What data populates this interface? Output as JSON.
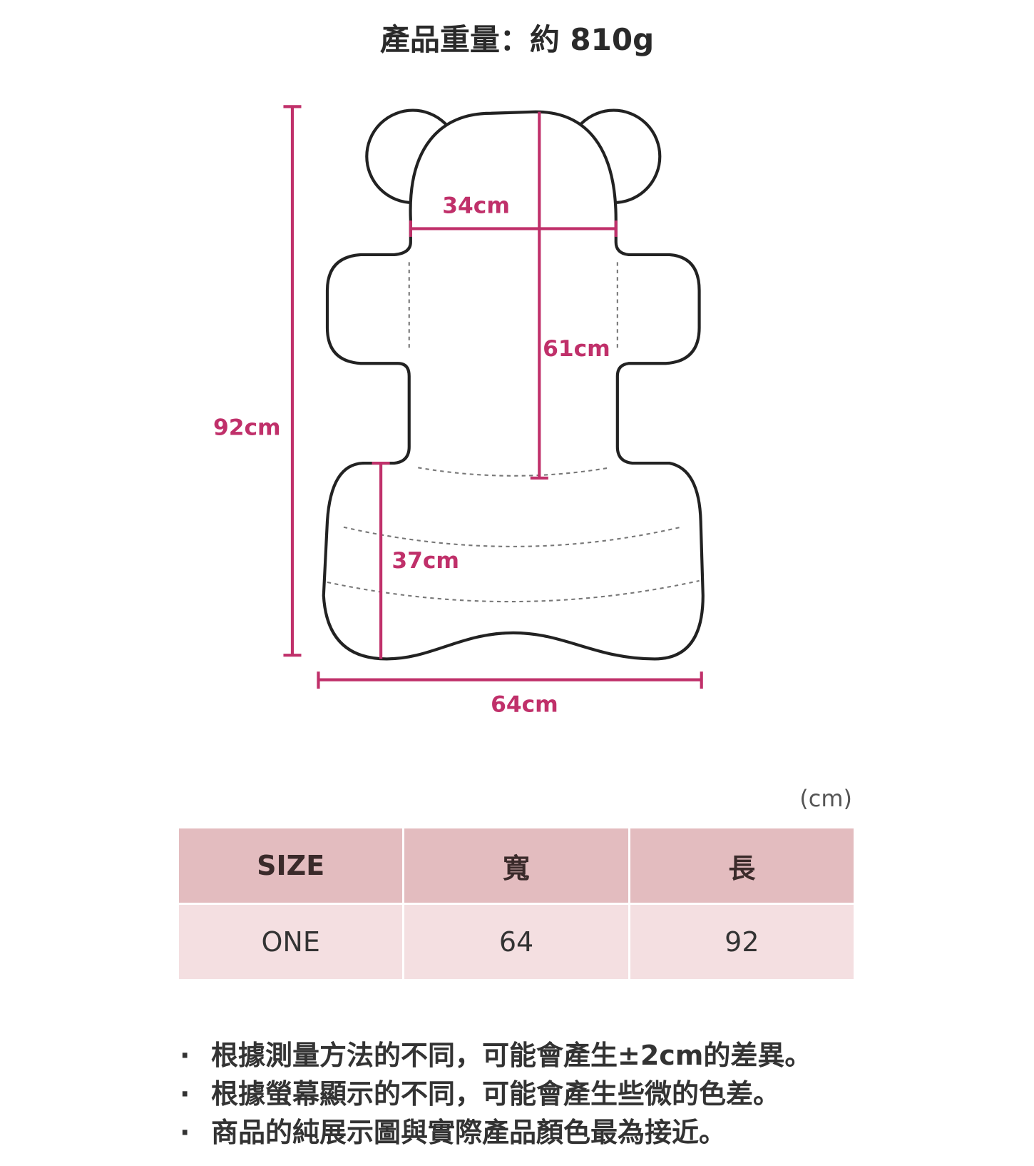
{
  "title": "產品重量：約 810g",
  "diagram": {
    "accent_color": "#c0306a",
    "labels": {
      "head_width": "34cm",
      "torso_length": "61cm",
      "total_length": "92cm",
      "seat_length": "37cm",
      "total_width": "64cm"
    }
  },
  "unit": "(cm)",
  "table": {
    "headers": [
      "SIZE",
      "寬",
      "長"
    ],
    "rows": [
      [
        "ONE",
        "64",
        "92"
      ]
    ]
  },
  "notes": [
    "根據測量方法的不同，可能會產生±2cm的差異。",
    "根據螢幕顯示的不同，可能會產生些微的色差。",
    "商品的純展示圖與實際產品顏色最為接近。"
  ],
  "bullet": "·"
}
